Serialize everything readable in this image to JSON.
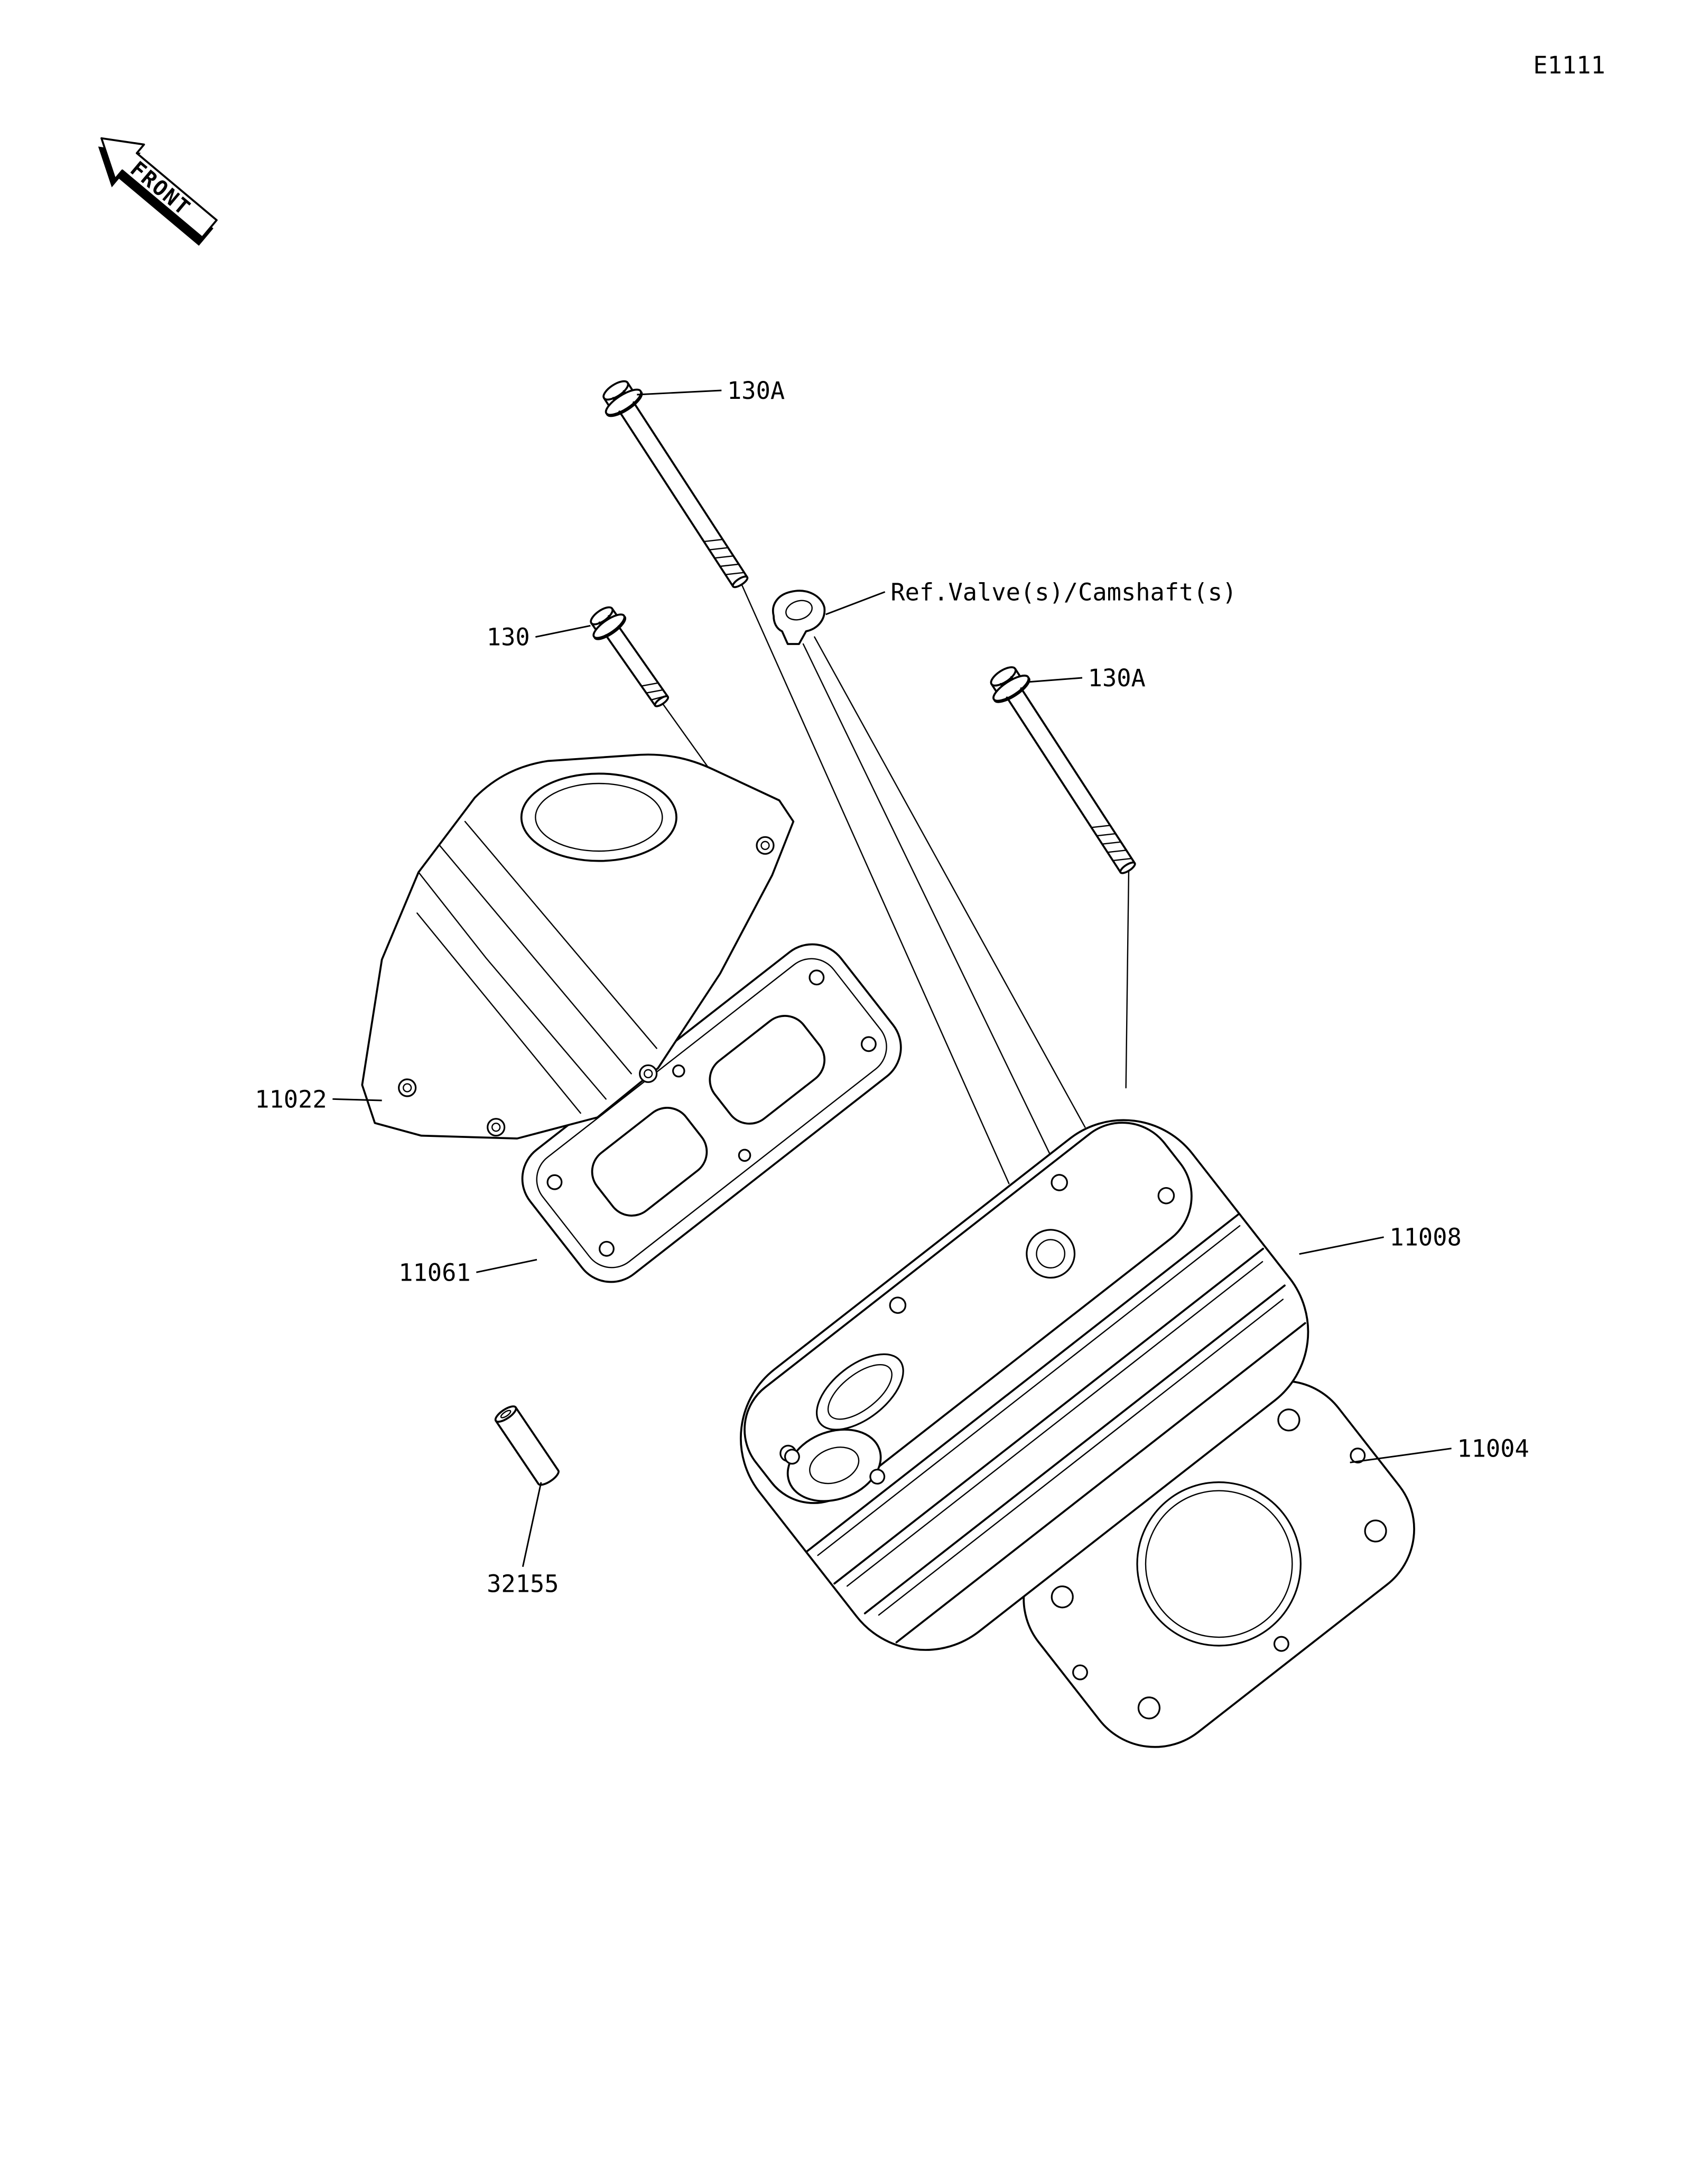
{
  "page": {
    "code": "E1111"
  },
  "front_marker": {
    "label": "FRONT"
  },
  "callouts": {
    "bolt_130a_top": "130A",
    "bolt_130": "130",
    "ref_valve_camshaft": "Ref.Valve(s)/Camshaft(s)",
    "bolt_130a_right": "130A",
    "cylinder_head_cover": "11022",
    "cover_gasket": "11061",
    "cylinder_head": "11008",
    "cylinder_head_gasket": "11004",
    "pipe_dowel": "32155"
  },
  "colors": {
    "line": "#000000",
    "background": "#ffffff"
  }
}
